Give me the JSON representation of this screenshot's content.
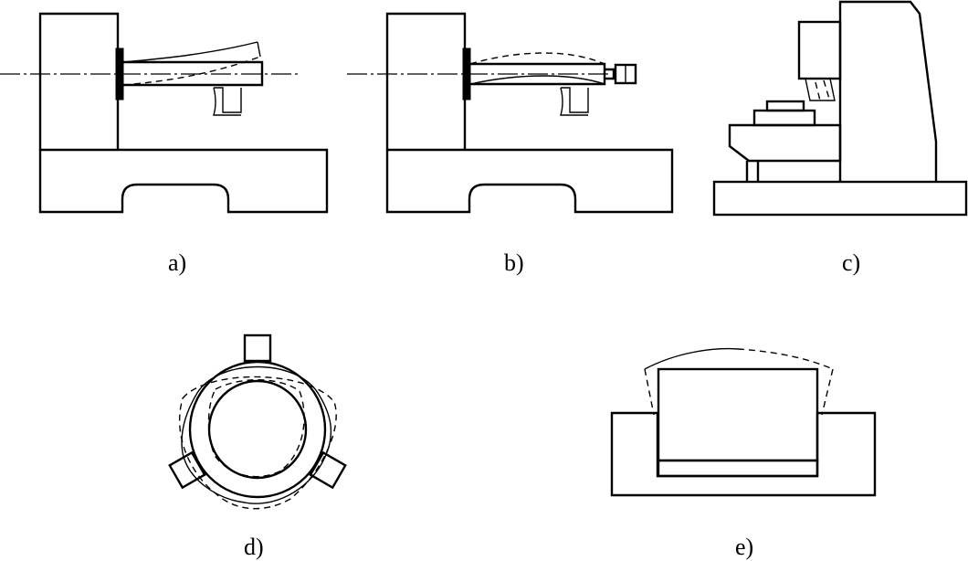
{
  "figure": {
    "captions": {
      "a": "a)",
      "b": "b)",
      "c": "c)",
      "d": "d)",
      "e": "e)"
    }
  }
}
